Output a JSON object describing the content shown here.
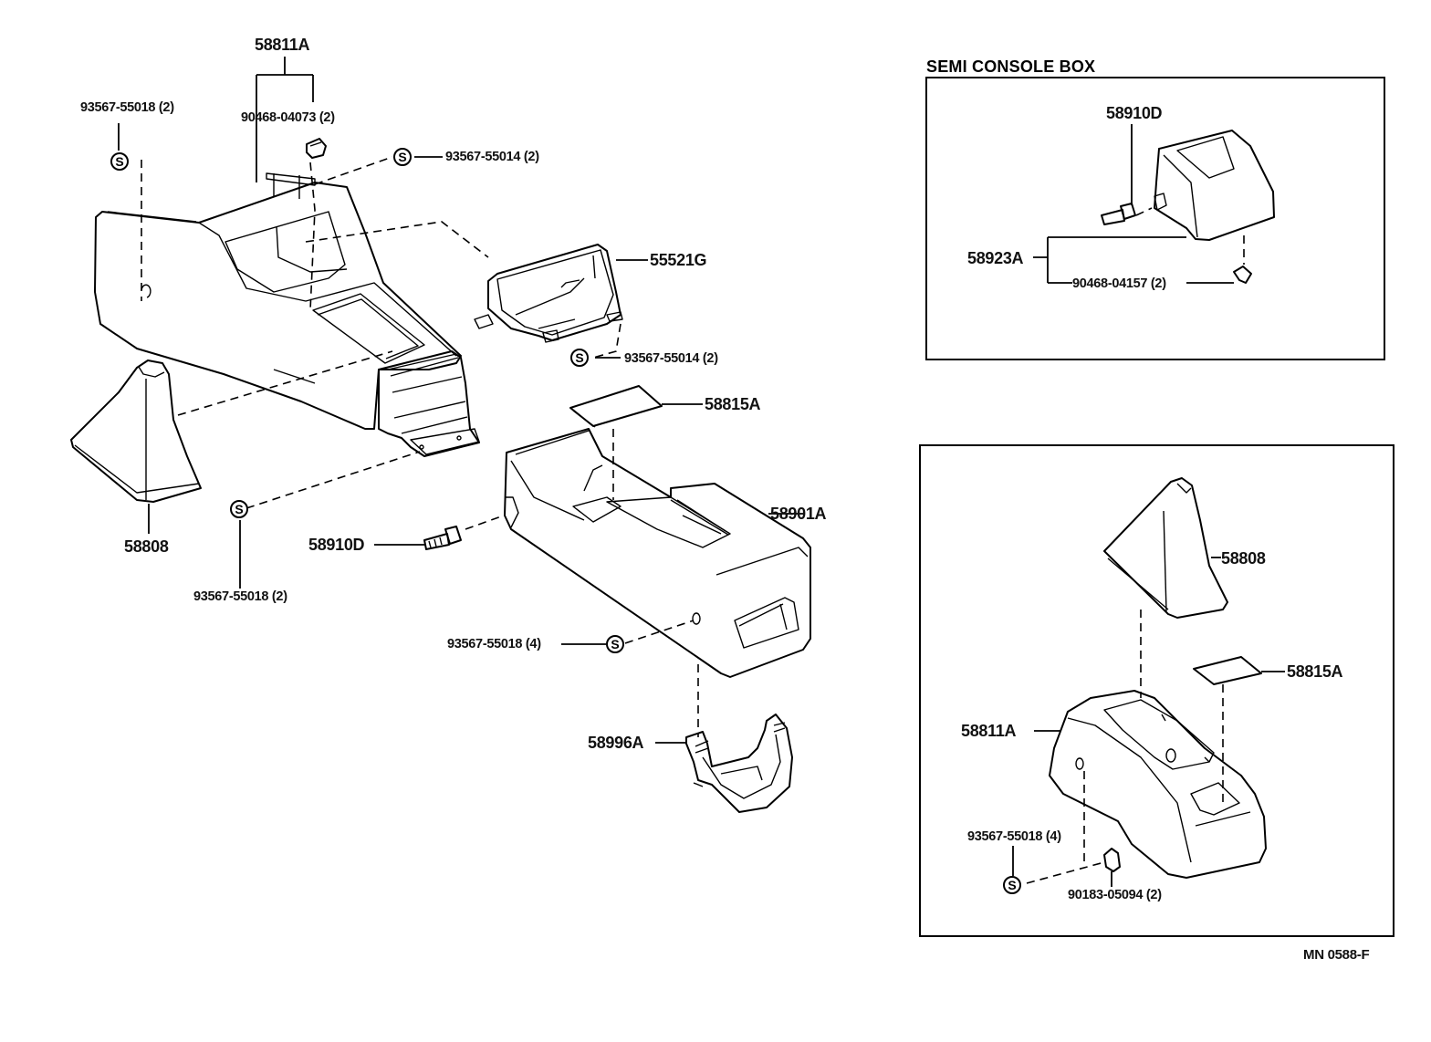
{
  "diagram": {
    "figure_code": "MN 0588-F",
    "main_assembly": {
      "labels": {
        "console_panel": "58811A",
        "clip_top": "90468-04073 (2)",
        "screw_left": "93567-55018 (2)",
        "screw_top_right": "93567-55014 (2)",
        "pocket": "55521G",
        "screw_pocket": "93567-55014 (2)",
        "shift_boot": "58808",
        "screw_lower_left": "93567-55018 (2)",
        "mat": "58815A",
        "console_box": "58901A",
        "bolt": "58910D",
        "screw_box": "93567-55018 (4)",
        "bracket": "58996A"
      }
    },
    "semi_console_box": {
      "title": "SEMI CONSOLE  BOX",
      "labels": {
        "bolt": "58910D",
        "box": "58923A",
        "clip": "90468-04157 (2)"
      }
    },
    "alt_console": {
      "labels": {
        "shift_boot": "58808",
        "mat": "58815A",
        "console_panel": "58811A",
        "screw": "93567-55018 (4)",
        "clip": "90183-05094 (2)"
      }
    },
    "screw_symbol": "S"
  }
}
